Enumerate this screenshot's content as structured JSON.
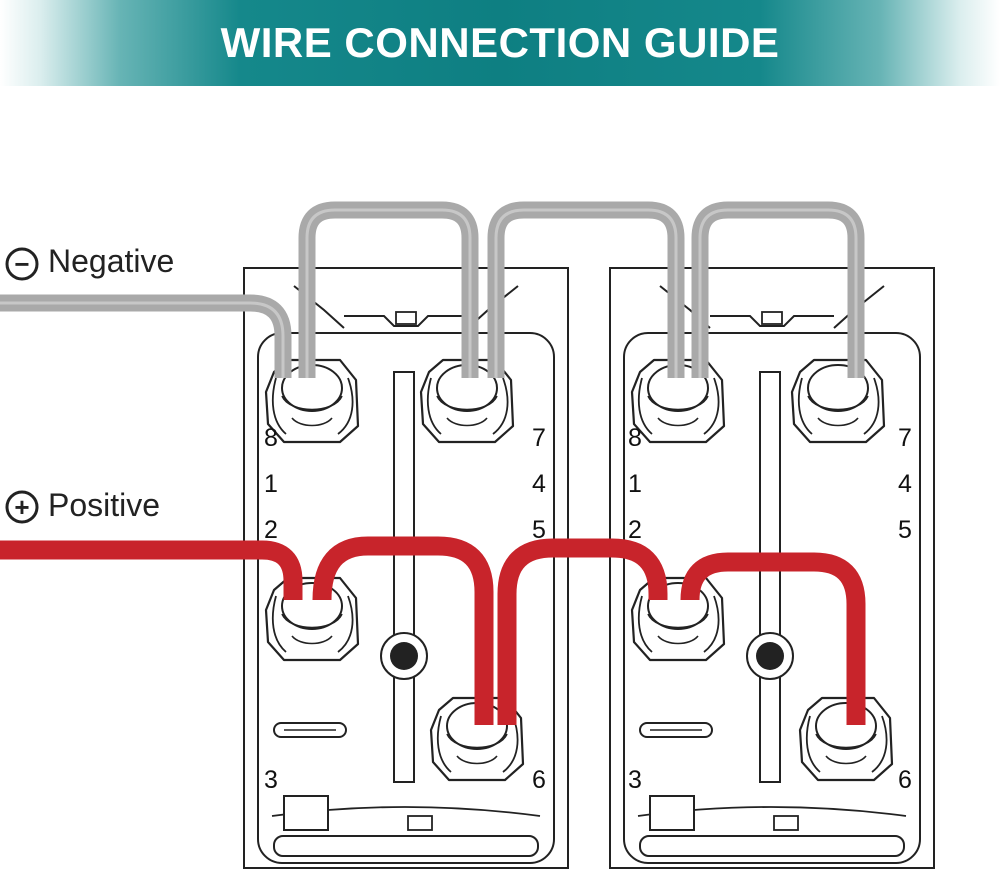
{
  "header": {
    "title": "WIRE CONNECTION GUIDE"
  },
  "legend": {
    "negative": {
      "symbol": "−",
      "label": "Negative"
    },
    "positive": {
      "symbol": "+",
      "label": "Positive"
    }
  },
  "switches": [
    {
      "pins": {
        "p8": "8",
        "p1": "1",
        "p2": "2",
        "p3": "3",
        "p7": "7",
        "p4": "4",
        "p5": "5",
        "p6": "6"
      }
    },
    {
      "pins": {
        "p8": "8",
        "p1": "1",
        "p2": "2",
        "p3": "3",
        "p7": "7",
        "p4": "4",
        "p5": "5",
        "p6": "6"
      }
    }
  ],
  "colors": {
    "banner": "#0e7f82",
    "negative_wire": "#a9a9a9",
    "positive_wire": "#c8242b"
  }
}
